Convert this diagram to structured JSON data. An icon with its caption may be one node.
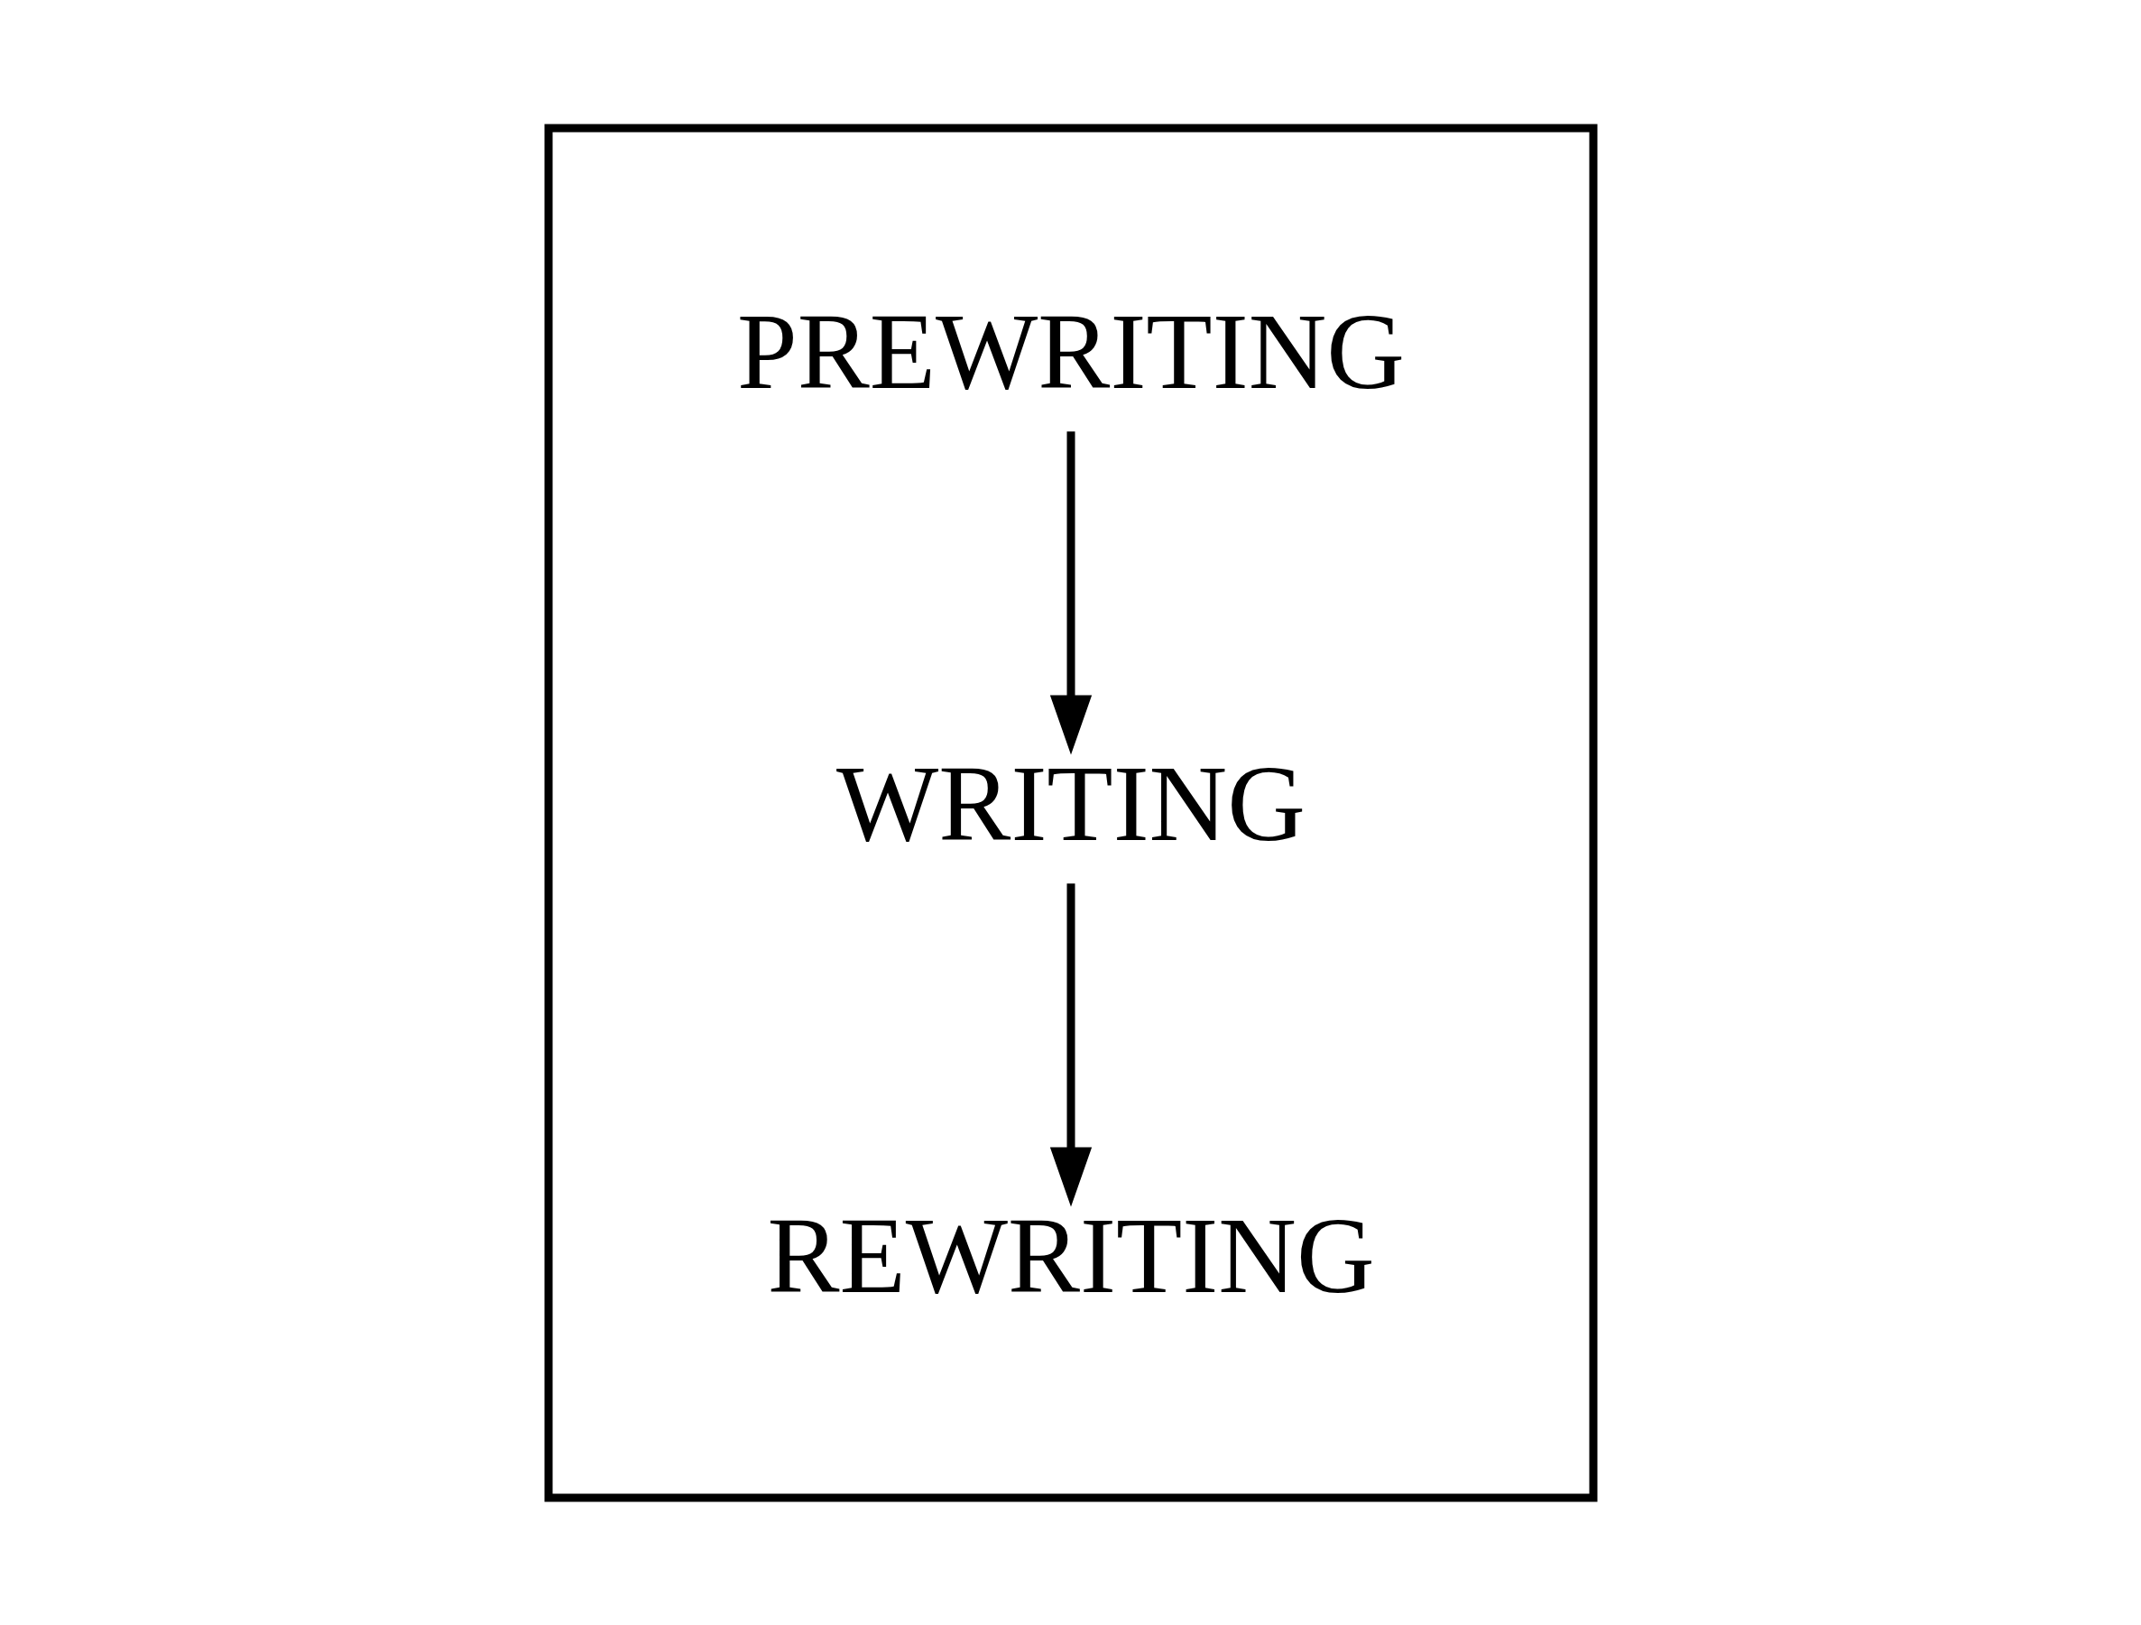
{
  "diagram": {
    "nodes": [
      {
        "text": [],
        "shape": "box"
      },
      {
        "text": [
          "PREWRITING"
        ],
        "in": 0
      },
      {
        "text": [
          "WRITING"
        ],
        "in": 0
      },
      {
        "text": [
          "REWRITING"
        ],
        "in": 0
      }
    ],
    "edges": [
      {
        "from": 1,
        "to": 2,
        "arrow": "to"
      },
      {
        "from": 2,
        "to": 3,
        "arrow": "to"
      }
    ]
  }
}
